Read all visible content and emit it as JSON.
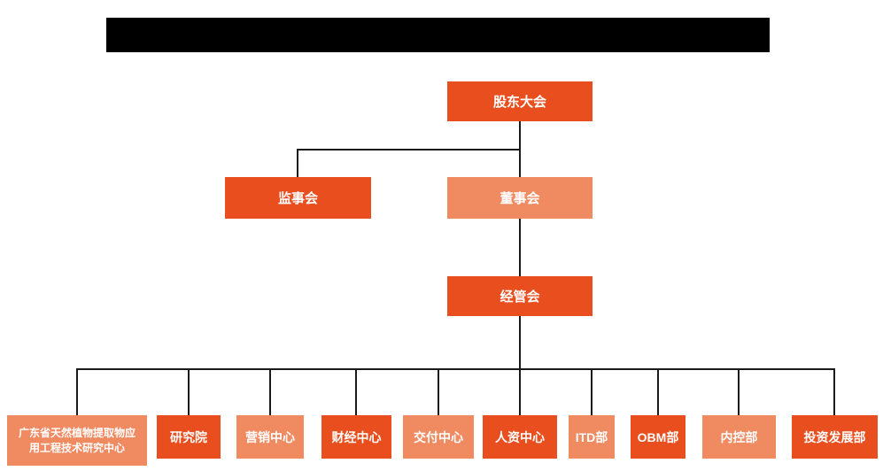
{
  "colors": {
    "primary_orange": "#E84E1E",
    "light_orange": "#F08A60",
    "connector_line": "#1a1a1a",
    "redaction_black": "#000000",
    "text_white": "#ffffff"
  },
  "org_chart": {
    "nodes": {
      "shareholders": {
        "label": "股东大会",
        "variant": "dark"
      },
      "supervisory": {
        "label": "监事会",
        "variant": "dark"
      },
      "board": {
        "label": "董事会",
        "variant": "light"
      },
      "management": {
        "label": "经管会",
        "variant": "dark"
      }
    },
    "departments": [
      {
        "label": "广东省天然植物提取物应用工程技术研究中心",
        "variant": "light"
      },
      {
        "label": "研究院",
        "variant": "dark"
      },
      {
        "label": "营销中心",
        "variant": "light"
      },
      {
        "label": "财经中心",
        "variant": "dark"
      },
      {
        "label": "交付中心",
        "variant": "light"
      },
      {
        "label": "人资中心",
        "variant": "dark"
      },
      {
        "label": "ITD部",
        "variant": "light"
      },
      {
        "label": "OBM部",
        "variant": "dark"
      },
      {
        "label": "内控部",
        "variant": "light"
      },
      {
        "label": "投资发展部",
        "variant": "dark"
      }
    ]
  }
}
